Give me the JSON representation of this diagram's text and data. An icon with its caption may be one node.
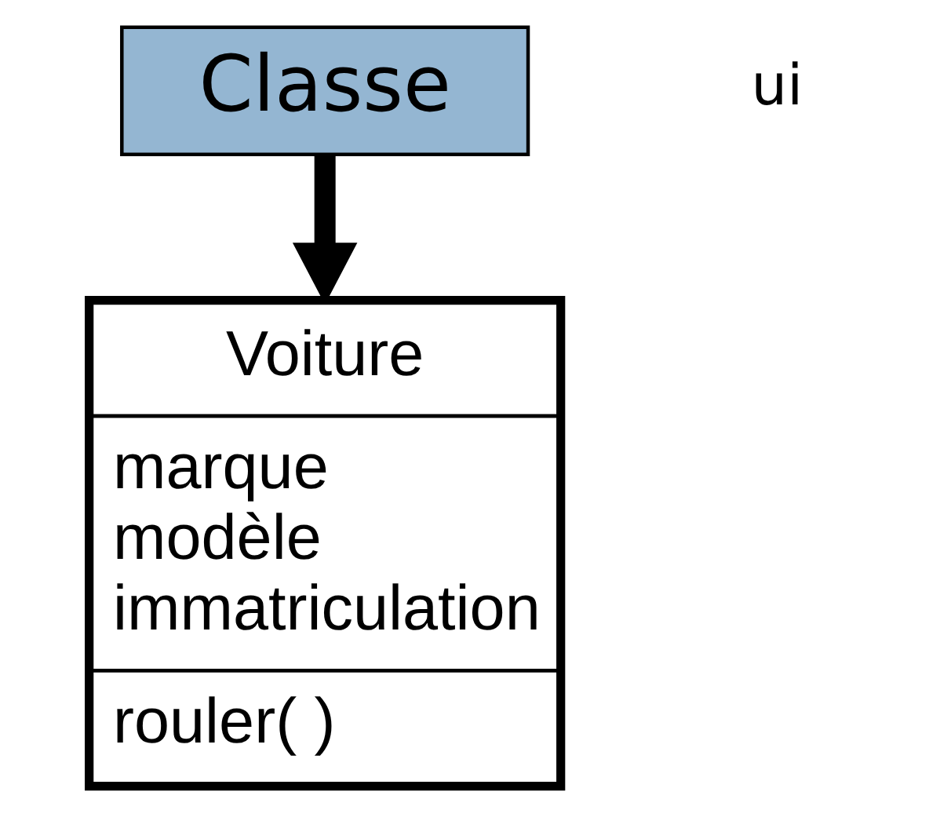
{
  "diagram": {
    "nodes": [
      {
        "text": [
          "Classe"
        ]
      },
      {
        "text": [
          "Voiture",
          "marque",
          "modèle",
          "immatriculation",
          "rouler( )"
        ]
      }
    ],
    "edges": [
      {
        "from": 0,
        "to": 1,
        "arrow": "to"
      }
    ],
    "labels": [
      "ui"
    ]
  }
}
